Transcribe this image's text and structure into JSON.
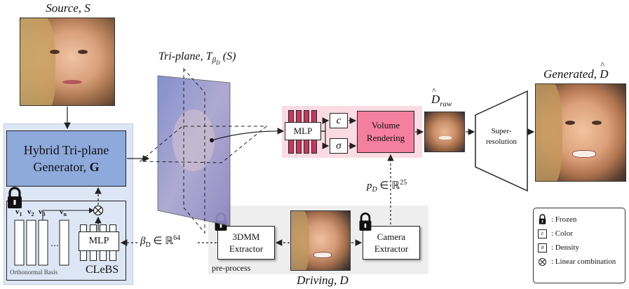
{
  "source_label": "Source, S",
  "triplane_label": "Tri-plane, T",
  "triplane_sub": "β",
  "triplane_sub2": "D",
  "triplane_tail": " (S)",
  "generator": {
    "line1": "Hybrid Tri-plane",
    "line2": "Generator, ",
    "bold": "G"
  },
  "basis": {
    "v1": "v",
    "v2": "v",
    "v3": "v",
    "vn": "v",
    "i1": "1",
    "i2": "2",
    "i3": "3",
    "in": "n",
    "caption": "Orthonormal Basis",
    "dots": "…"
  },
  "mlp_small": "MLP",
  "cle_label": "CLeBS",
  "mlp_render": "MLP",
  "c_label": "c",
  "sigma_label": "σ",
  "volume": {
    "line1": "Volume",
    "line2": "Rendering"
  },
  "d_raw": "D",
  "d_raw_sub": "raw",
  "super": {
    "line1": "Super-",
    "line2": "resolution"
  },
  "generated_label": "Generated, ",
  "generated_sym": "D",
  "pose": {
    "p": "p",
    "sub": "D",
    "in": " ∈ ℝ",
    "exp": "25"
  },
  "beta": {
    "b": "β",
    "sub": "D",
    "in": " ∈ ℝ",
    "exp": "64"
  },
  "tdmm": {
    "line1": "3DMM",
    "line2": "Extractor"
  },
  "camera": {
    "line1": "Camera",
    "line2": "Extractor"
  },
  "preprocess": "pre-process",
  "driving_label": "Driving, D",
  "legend": {
    "frozen": ": Frozen",
    "color": ": Color",
    "density": ": Density",
    "linear": ": Linear combination",
    "c_icon": "c",
    "sigma_icon": "σ"
  },
  "colors": {
    "generator_fill": "#8ea9db",
    "generator_panel": "#dce6f4",
    "render_panel": "#fadbe3",
    "volume_fill": "#f47f9e",
    "mlp_bar": "#c8385e",
    "preprocess_panel": "#eeeeee"
  }
}
